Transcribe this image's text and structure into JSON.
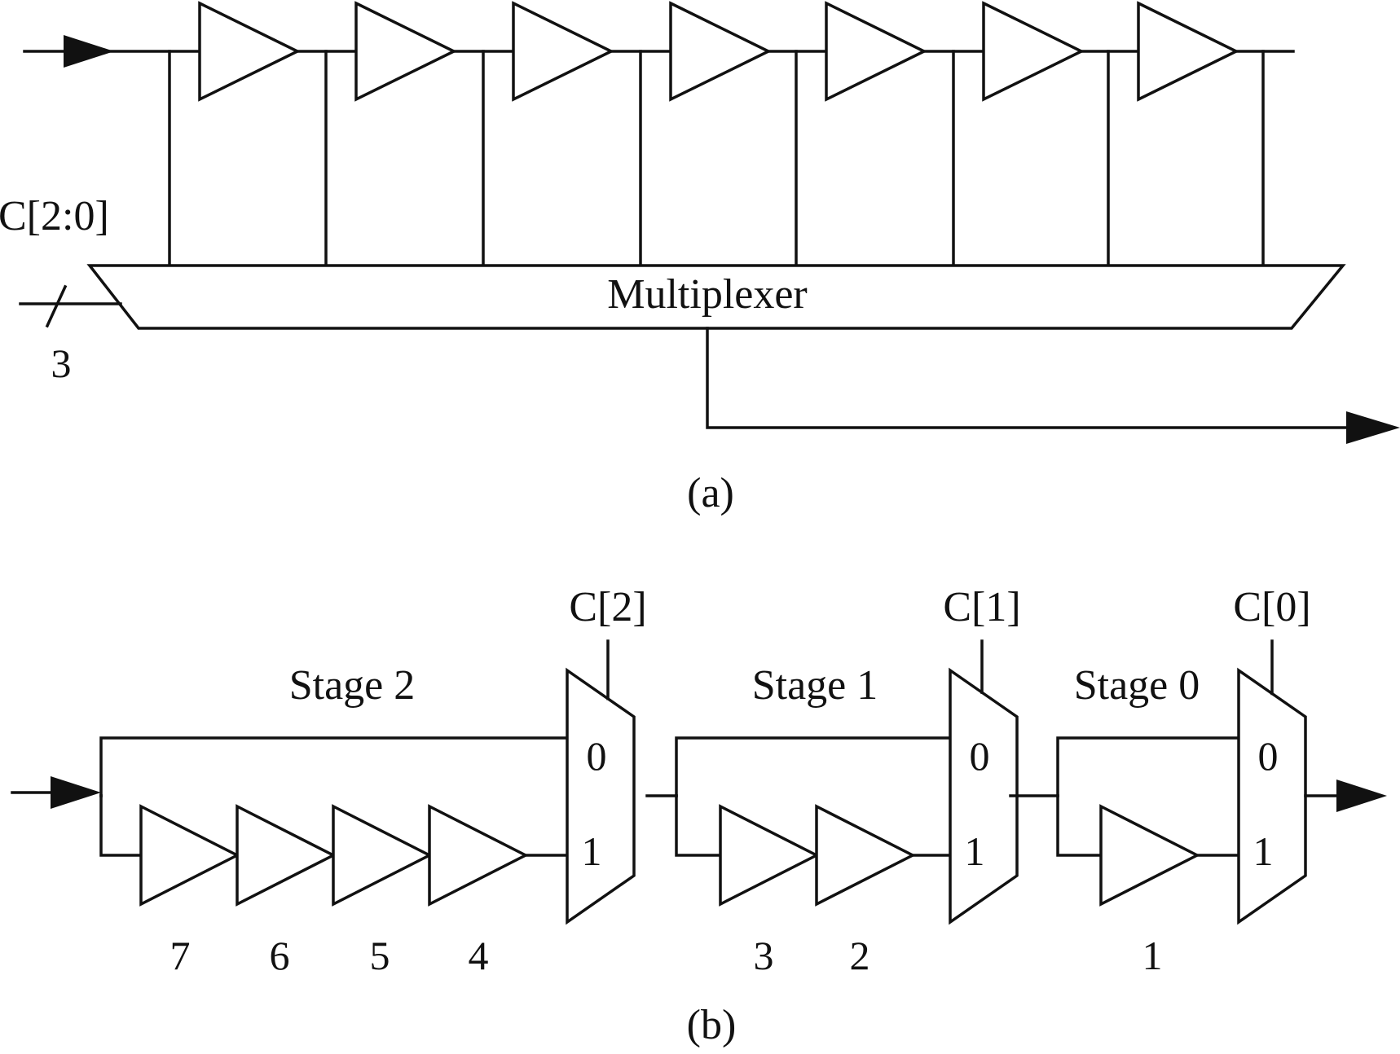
{
  "figure_a": {
    "caption": "(a)",
    "control_label": "C[2:0]",
    "bus_width": "3",
    "mux_label": "Multiplexer",
    "buffer_count": 7
  },
  "figure_b": {
    "caption": "(b)",
    "stages": [
      {
        "label": "Stage 2",
        "control": "C[2]",
        "buffers": [
          "7",
          "6",
          "5",
          "4"
        ]
      },
      {
        "label": "Stage 1",
        "control": "C[1]",
        "buffers": [
          "3",
          "2"
        ]
      },
      {
        "label": "Stage 0",
        "control": "C[0]",
        "buffers": [
          "1"
        ]
      }
    ],
    "mux_inputs": [
      "0",
      "1"
    ]
  }
}
